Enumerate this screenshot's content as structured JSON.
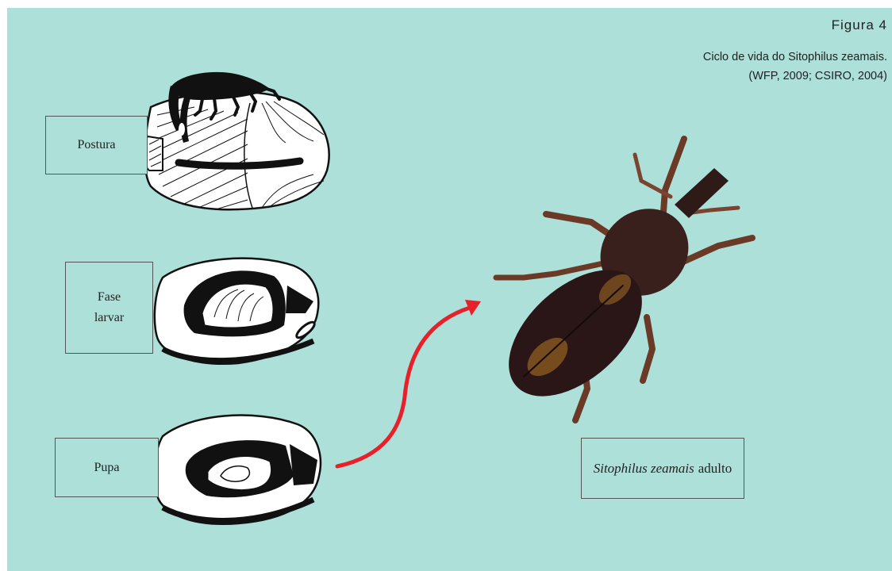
{
  "figure": {
    "number": "Figura 4",
    "caption_line1": "Ciclo de vida do Sitophilus zeamais.",
    "caption_line2": "(WFP, 2009; CSIRO, 2004)"
  },
  "stages": [
    {
      "label": "Postura"
    },
    {
      "label_line1": "Fase",
      "label_line2": "larvar"
    },
    {
      "label": "Pupa"
    }
  ],
  "adult": {
    "species": "Sitophilus zeamais",
    "suffix": "adulto"
  },
  "colors": {
    "background": "#ace0d8",
    "arrow": "#e8202a",
    "ink": "#111111"
  }
}
